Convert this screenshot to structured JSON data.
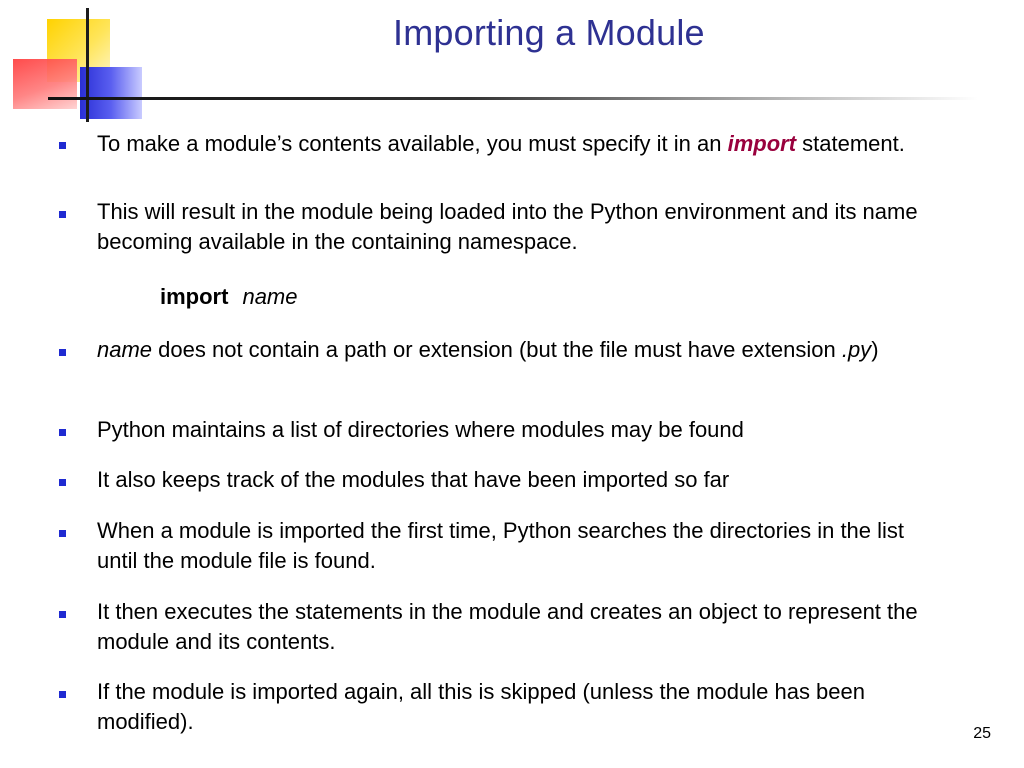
{
  "slide": {
    "title": "Importing a Module",
    "page_number": "25",
    "bullets": [
      {
        "pre": "To make a module’s contents available, you must specify it in an ",
        "keyword": "import",
        "post": " statement."
      },
      {
        "text": "This will result in the module being loaded into the Python environment and its name becoming available in the containing namespace."
      },
      {
        "italic_lead": "name",
        "mid": " does not contain a path or extension (but the file must have extension ",
        "ext": ".py",
        "close": ")"
      },
      {
        "text": "Python maintains a list of directories where modules may be found"
      },
      {
        "text": "It also keeps track of the modules that have been imported so far"
      },
      {
        "text": "When a module is imported the first time, Python searches the directories in the list until the module file is found."
      },
      {
        "text": "It then executes the statements in the module and creates an object to represent the module and its contents."
      },
      {
        "text": "If the module is imported again, all this is skipped (unless the module has been modified)."
      }
    ],
    "code_example": {
      "keyword": "import",
      "argument": "name"
    }
  },
  "colors": {
    "title": "#2e3192",
    "bullet": "#1f2ad1",
    "keyword": "#99003d"
  }
}
